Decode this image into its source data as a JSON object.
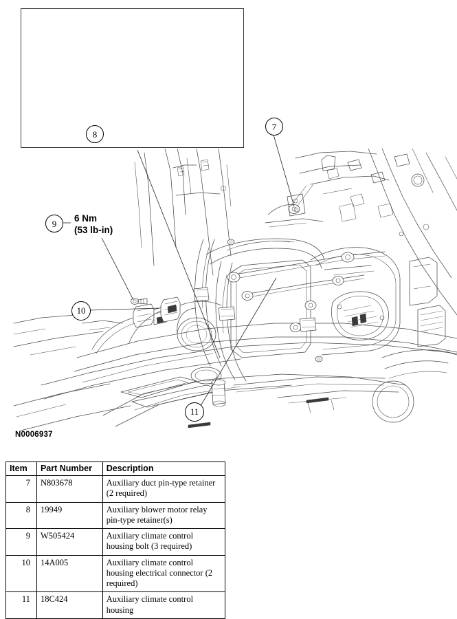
{
  "figure": {
    "id": "N0006937",
    "torque_note": {
      "line1": "6 Nm",
      "line2": "(53 lb-in)"
    },
    "callouts": [
      {
        "number": "7"
      },
      {
        "number": "8"
      },
      {
        "number": "9"
      },
      {
        "number": "10"
      },
      {
        "number": "11"
      }
    ]
  },
  "table": {
    "headers": {
      "item": "Item",
      "part_number": "Part Number",
      "description": "Description"
    },
    "rows": [
      {
        "item": "7",
        "part_number": "N803678",
        "description": "Auxiliary duct pin-type retainer (2 required)"
      },
      {
        "item": "8",
        "part_number": "19949",
        "description": "Auxiliary blower motor relay pin-type retainer(s)"
      },
      {
        "item": "9",
        "part_number": "W505424",
        "description": "Auxiliary climate control housing bolt (3 required)"
      },
      {
        "item": "10",
        "part_number": "14A005",
        "description": "Auxiliary climate control housing electrical connector (2 required)"
      },
      {
        "item": "11",
        "part_number": "18C424",
        "description": "Auxiliary climate control housing"
      }
    ]
  }
}
